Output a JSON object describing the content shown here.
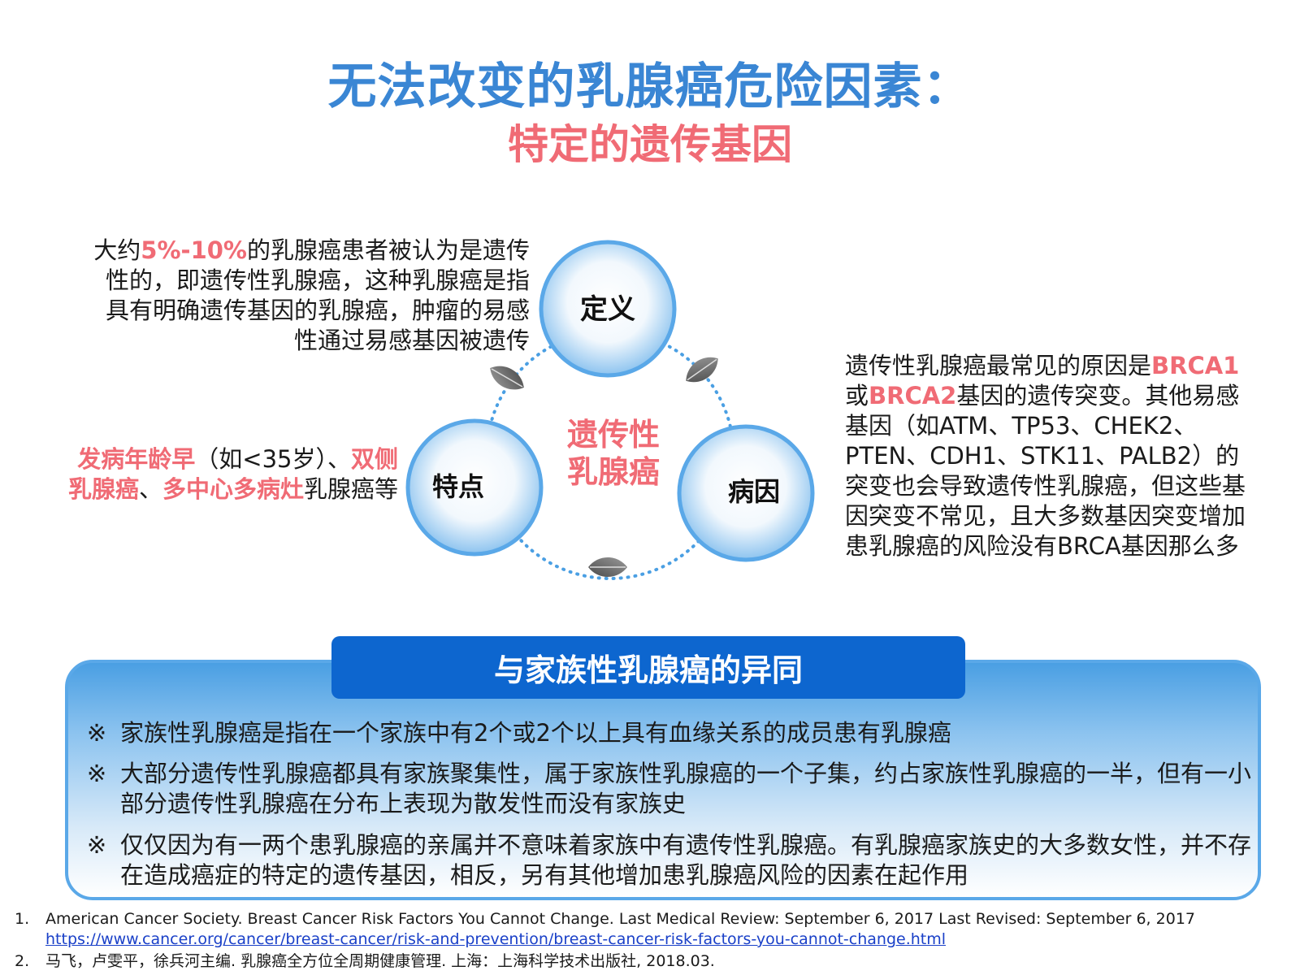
{
  "title": {
    "main": "无法改变的乳腺癌危险因素：",
    "sub": "特定的遗传基因"
  },
  "definition": {
    "pre": "大约",
    "highlight": "5%-10%",
    "post": "的乳腺癌患者被认为是遗传性的，即遗传性乳腺癌，这种乳腺癌是指具有明确遗传基因的乳腺癌，肿瘤的易感性通过易感基因被遗传"
  },
  "features": {
    "hl1": "发病年龄早",
    "t1": "（如<35岁）、",
    "hl2": "双侧乳腺癌",
    "t2": "、",
    "hl3": "多中心多病灶",
    "t3": "乳腺癌等"
  },
  "cause": {
    "pre": "遗传性乳腺癌最常见的原因是",
    "hl1": "BRCA1",
    "mid": "或",
    "hl2": "BRCA2",
    "post": "基因的遗传突变。其他易感基因（如ATM、TP53、CHEK2、PTEN、CDH1、STK11、PALB2）的突变也会导致遗传性乳腺癌，但这些基因突变不常见，且大多数基因突变增加患乳腺癌的风险没有BRCA基因那么多"
  },
  "diagram": {
    "center_line1": "遗传性",
    "center_line2": "乳腺癌",
    "circle_definition": "定义",
    "circle_features": "特点",
    "circle_cause": "病因",
    "colors": {
      "circle_border": "#5aa8e8",
      "dots": "#4a9fe3",
      "center_text": "#f06b75"
    }
  },
  "panel": {
    "header": "与家族性乳腺癌的异同",
    "mark": "※",
    "items": [
      "家族性乳腺癌是指在一个家族中有2个或2个以上具有血缘关系的成员患有乳腺癌",
      "大部分遗传性乳腺癌都具有家族聚集性，属于家族性乳腺癌的一个子集，约占家族性乳腺癌的一半，但有一小部分遗传性乳腺癌在分布上表现为散发性而没有家族史",
      "仅仅因为有一两个患乳腺癌的亲属并不意味着家族中有遗传性乳腺癌。有乳腺癌家族史的大多数女性，并不存在造成癌症的特定的遗传基因，相反，另有其他增加患乳腺癌风险的因素在起作用"
    ]
  },
  "references": [
    {
      "num": "1.",
      "text": "American Cancer Society. Breast Cancer Risk Factors You Cannot Change. Last Medical Review: September 6, 2017 Last Revised: September 6, 2017",
      "link": "https://www.cancer.org/cancer/breast-cancer/risk-and-prevention/breast-cancer-risk-factors-you-cannot-change.html"
    },
    {
      "num": "2.",
      "text": "马飞，卢雯平，徐兵河主编. 乳腺癌全方位全周期健康管理. 上海：上海科学技术出版社, 2018.03."
    }
  ]
}
